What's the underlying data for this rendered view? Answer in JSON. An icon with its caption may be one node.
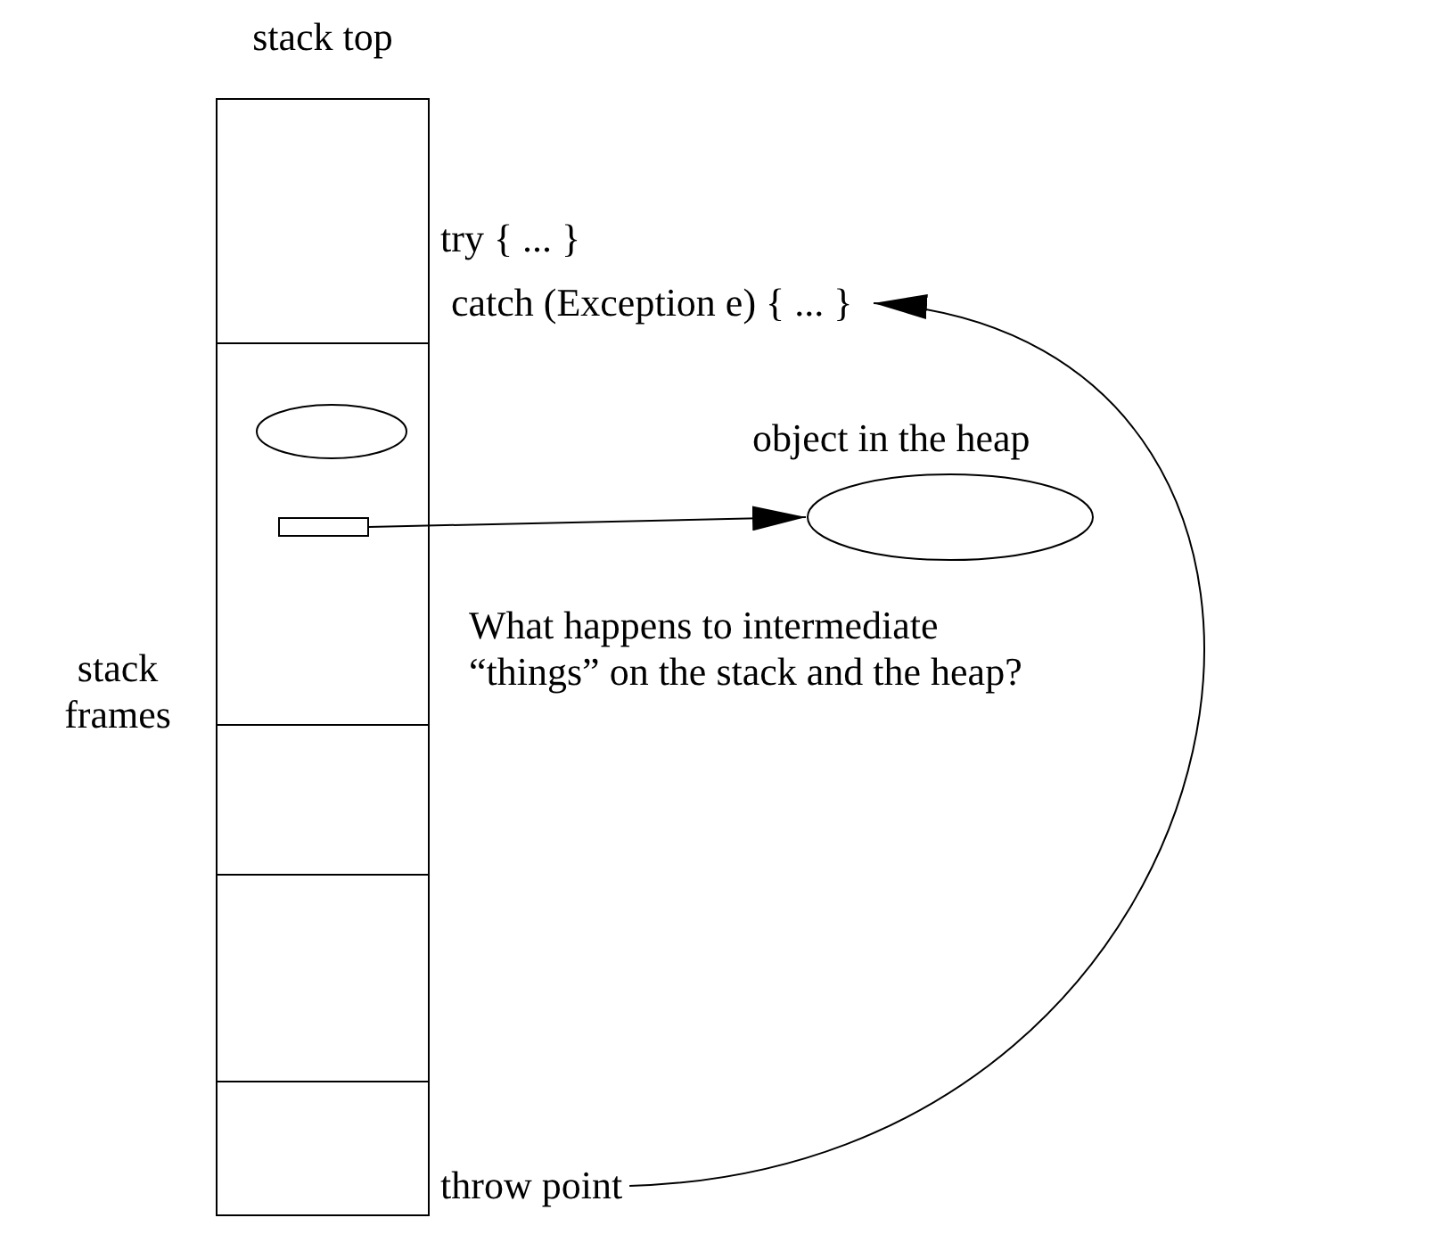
{
  "diagram": {
    "nodes": [
      {
        "text": [
          "stack top"
        ],
        "beside": [
          "stack frames"
        ]
      },
      {
        "text": [
          "try { ... } catch (Exception e) { ... }"
        ]
      },
      {
        "text": [],
        "shape": "ellipse",
        "in": 0
      },
      {
        "text": [
          "object in the heap"
        ]
      },
      {
        "text": [],
        "shape": "box",
        "in": 0
      },
      {
        "text": [
          "throw point"
        ]
      }
    ],
    "edges": [
      {
        "from": 4,
        "to": 3,
        "arrow": "to"
      },
      {
        "from": 5,
        "to": 1,
        "arrow": "to"
      }
    ],
    "labels": [
      "What happens to intermediate “things” on the stack and the heap?"
    ]
  }
}
